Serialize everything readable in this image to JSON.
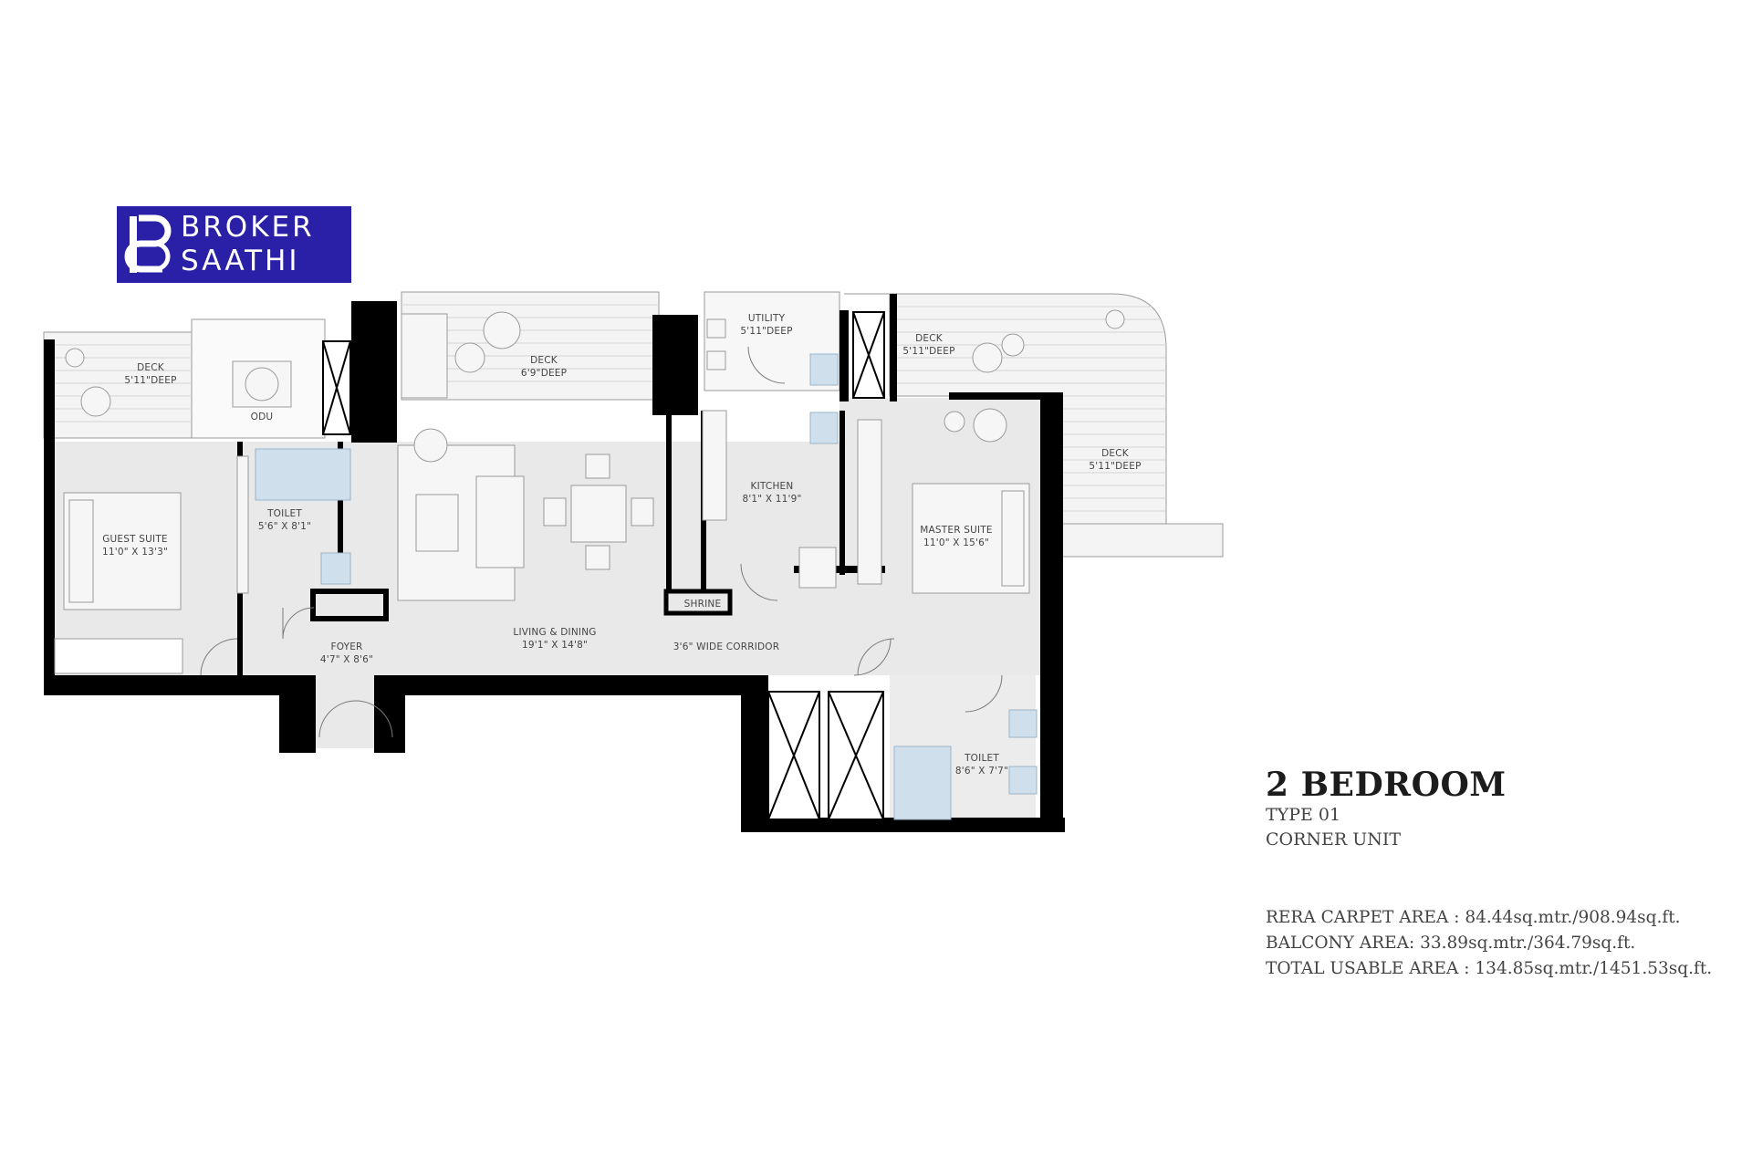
{
  "brand": {
    "line1": "BROKER",
    "line2": "SAATHI",
    "color": "#2a20a8"
  },
  "unit": {
    "title": "2 BEDROOM",
    "type": "TYPE 01",
    "position": "CORNER UNIT"
  },
  "areas": {
    "rera": "RERA CARPET AREA : 84.44sq.mtr./908.94sq.ft.",
    "balcony": "BALCONY AREA: 33.89sq.mtr./364.79sq.ft.",
    "total": "TOTAL USABLE AREA : 134.85sq.mtr./1451.53sq.ft."
  },
  "rooms": {
    "deck_left": {
      "name": "DECK",
      "dim": "5'11\"DEEP"
    },
    "odu": {
      "name": "ODU"
    },
    "deck_center": {
      "name": "DECK",
      "dim": "6'9\"DEEP"
    },
    "utility": {
      "name": "UTILITY",
      "dim": "5'11\"DEEP"
    },
    "deck_right": {
      "name": "DECK",
      "dim": "5'11\"DEEP"
    },
    "deck_far_right": {
      "name": "DECK",
      "dim": "5'11\"DEEP"
    },
    "toilet_guest": {
      "name": "TOILET",
      "dim": "5'6\" X 8'1\""
    },
    "guest_suite": {
      "name": "GUEST SUITE",
      "dim": "11'0\" X 13'3\""
    },
    "kitchen": {
      "name": "KITCHEN",
      "dim": "8'1\" X 11'9\""
    },
    "master_suite": {
      "name": "MASTER SUITE",
      "dim": "11'0\" X 15'6\""
    },
    "shrine": {
      "name": "SHRINE"
    },
    "foyer": {
      "name": "FOYER",
      "dim": "4'7\" X 8'6\""
    },
    "living": {
      "name": "LIVING & DINING",
      "dim": "19'1\" X 14'8\""
    },
    "corridor": {
      "name": "3'6\" WIDE CORRIDOR"
    },
    "toilet_master": {
      "name": "TOILET",
      "dim": "8'6\" X 7'7\""
    }
  },
  "colors": {
    "wall": "#000000",
    "floor": "#e9e9e9",
    "deck": "#f2f2f2",
    "wet": "#cfe0ec",
    "line": "#8a8a8a"
  }
}
